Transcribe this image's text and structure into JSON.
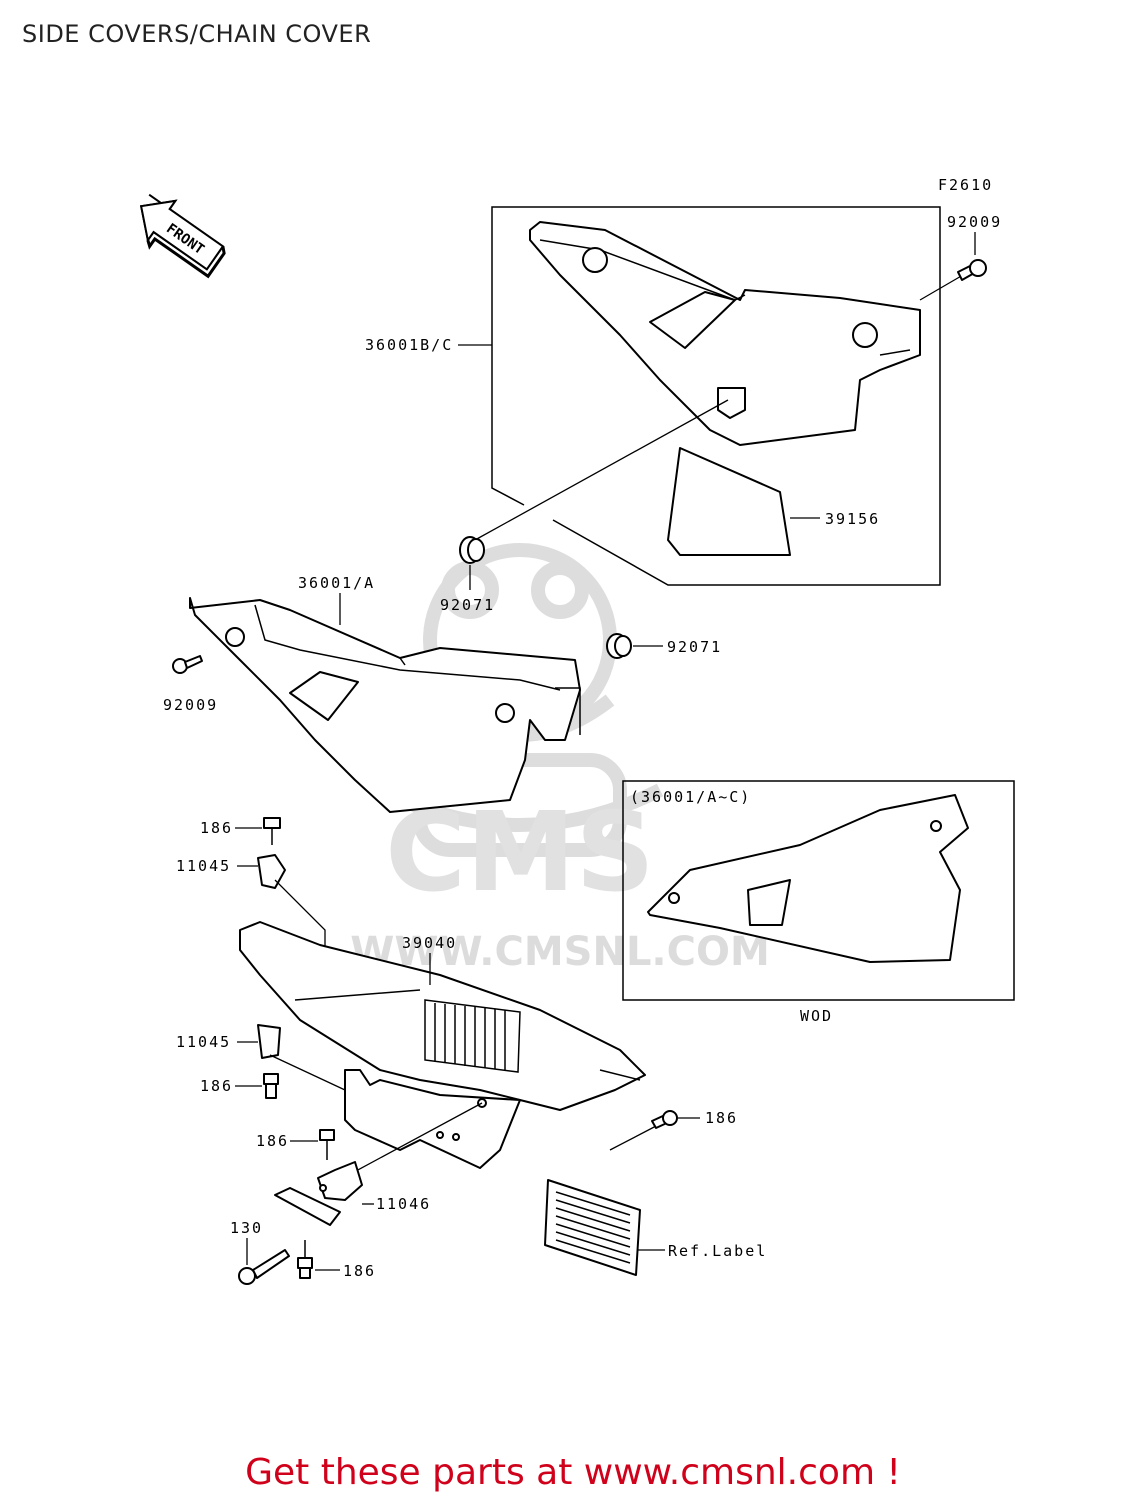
{
  "header": {
    "title": "SIDE COVERS/CHAIN COVER"
  },
  "diagram": {
    "code": "F2610",
    "front_arrow": "FRONT",
    "watermark": {
      "brand": "CMS",
      "url": "WWW.CMSNL.COM"
    },
    "labels": {
      "p92009_top": "92009",
      "p36001bc": "36001B/C",
      "p39156": "39156",
      "p92071_a": "92071",
      "p36001a": "36001/A",
      "p92071_b": "92071",
      "p92009_left": "92009",
      "p186_a": "186",
      "p11045_a": "11045",
      "p39040": "39040",
      "p11045_b": "11045",
      "p186_b": "186",
      "p186_c": "186",
      "p186_d": "186",
      "p11046": "11046",
      "p130": "130",
      "p186_e": "186",
      "ref_label": "Ref.Label"
    },
    "inset": {
      "title": "(36001/A~C)",
      "caption": "WOD"
    }
  },
  "footer": {
    "cta": "Get these parts at www.cmsnl.com !"
  },
  "colors": {
    "cta": "#d0021b",
    "watermark": "#d9d9d9",
    "line": "#000000"
  }
}
